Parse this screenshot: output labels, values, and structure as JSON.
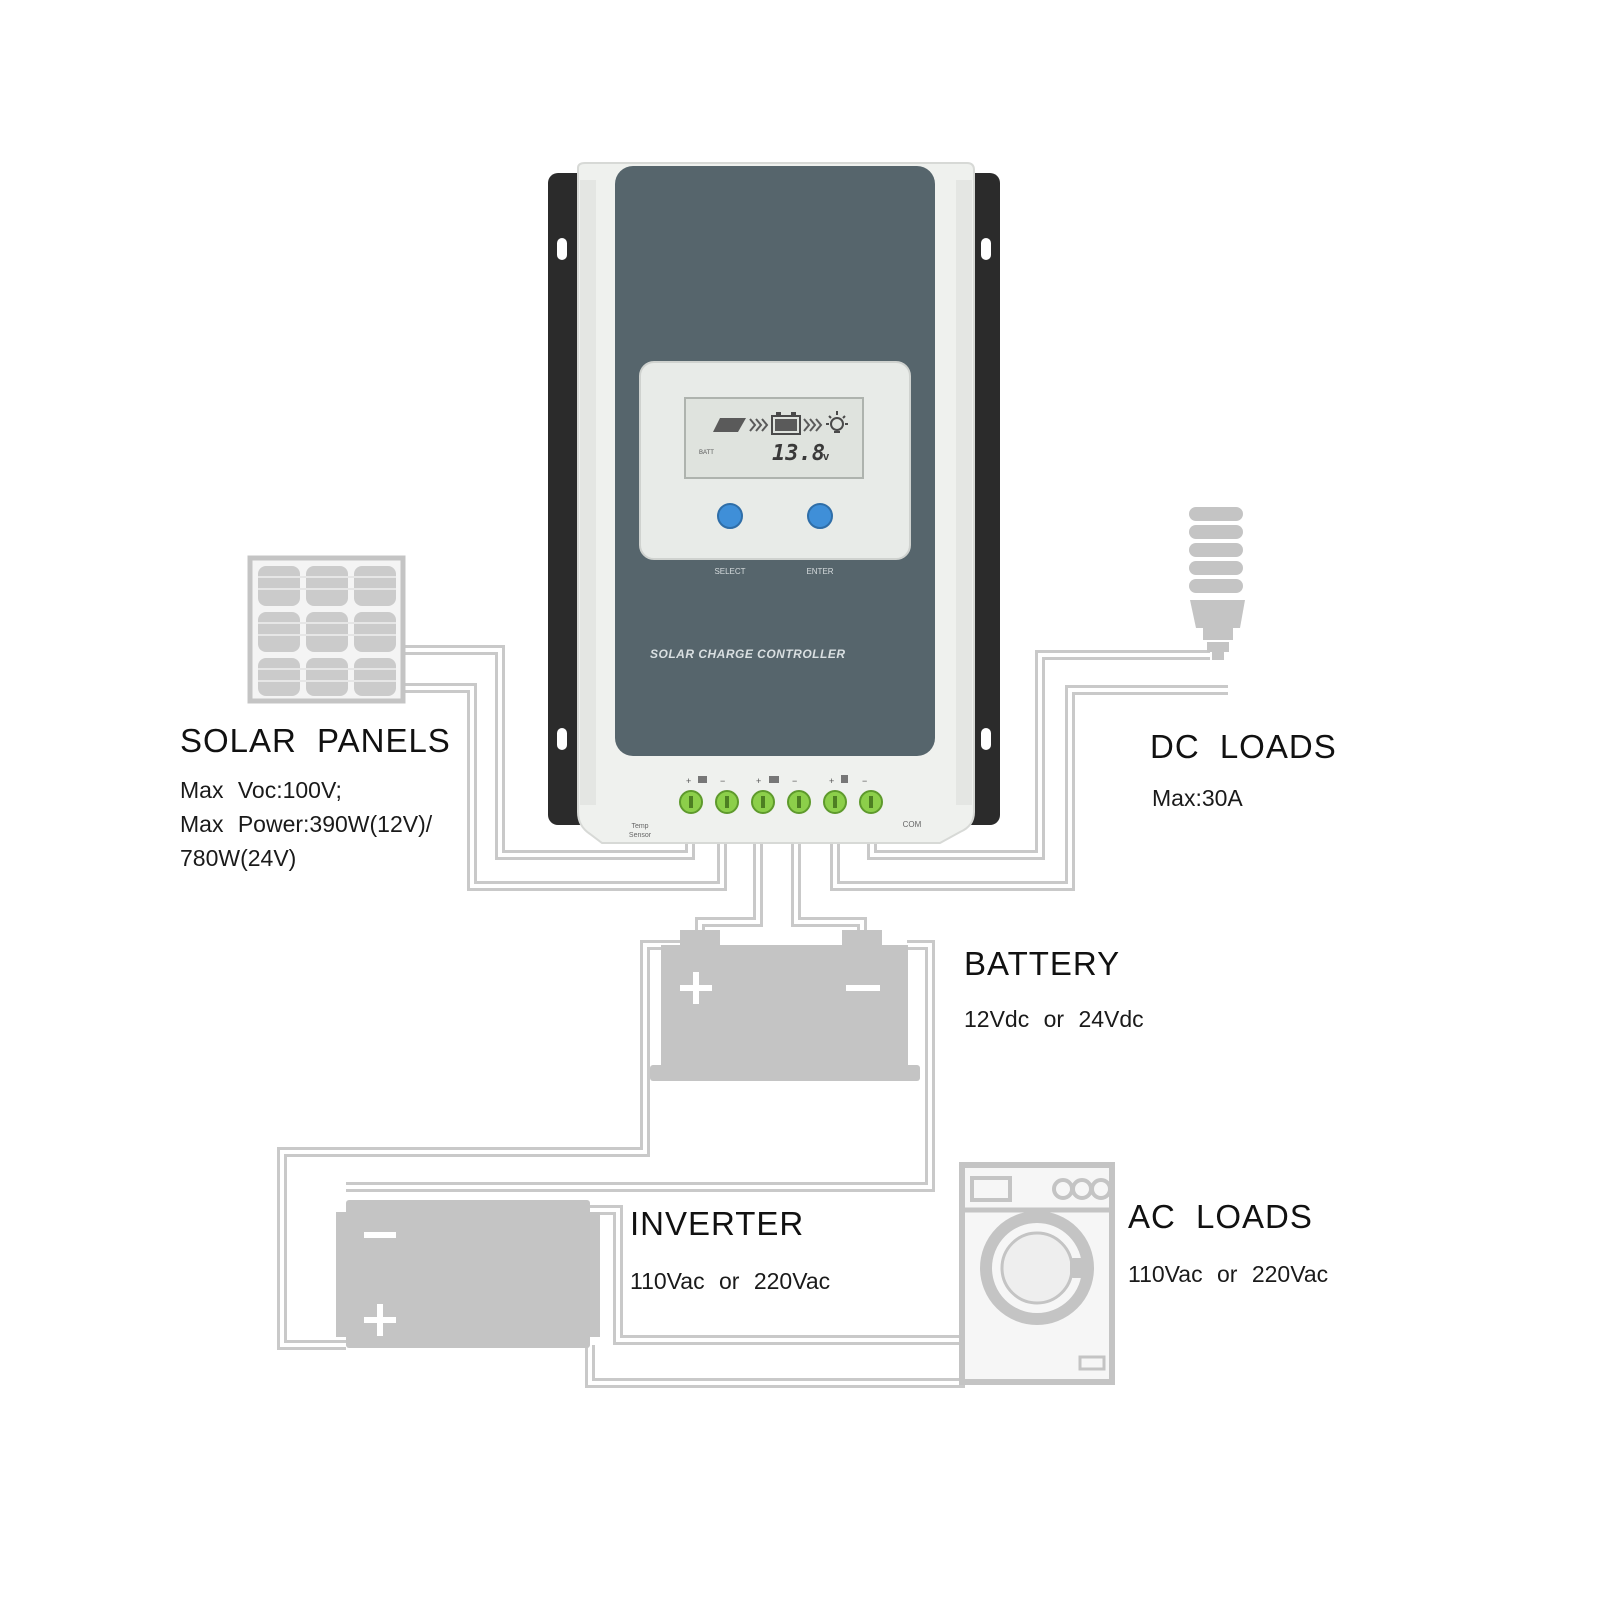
{
  "device": {
    "name_label": "SOLAR CHARGE CONTROLLER",
    "lcd_value": "13.8",
    "lcd_unit": "v",
    "lcd_small": "BATT",
    "button_left_label": "SELECT",
    "button_right_label": "ENTER",
    "sensor_label_1": "Temp",
    "sensor_label_2": "Sensor",
    "com_label": "COM",
    "terminal_signs": [
      "+",
      "−",
      "+",
      "−",
      "+",
      "−"
    ]
  },
  "solar": {
    "title": "SOLAR  PANELS",
    "spec_1": "Max  Voc:100V;",
    "spec_2": "Max  Power:390W(12V)/",
    "spec_3": "780W(24V)"
  },
  "dc_loads": {
    "title": "DC  LOADS",
    "spec": "Max:30A"
  },
  "battery": {
    "title": "BATTERY",
    "spec": "12Vdc  or  24Vdc",
    "plus": "+",
    "minus": "−"
  },
  "inverter": {
    "title": "INVERTER",
    "spec": "110Vac  or  220Vac",
    "plus": "+",
    "minus": "−"
  },
  "ac_loads": {
    "title": "AC  LOADS",
    "spec": "110Vac  or  220Vac"
  },
  "colors": {
    "panel_face": "#56656c",
    "housing": "#eff1ee",
    "bracket": "#2b2b2b",
    "button_blue": "#3f8fd8",
    "terminal_green": "#8ccf4a",
    "wire_gray": "#c9c9c9"
  }
}
